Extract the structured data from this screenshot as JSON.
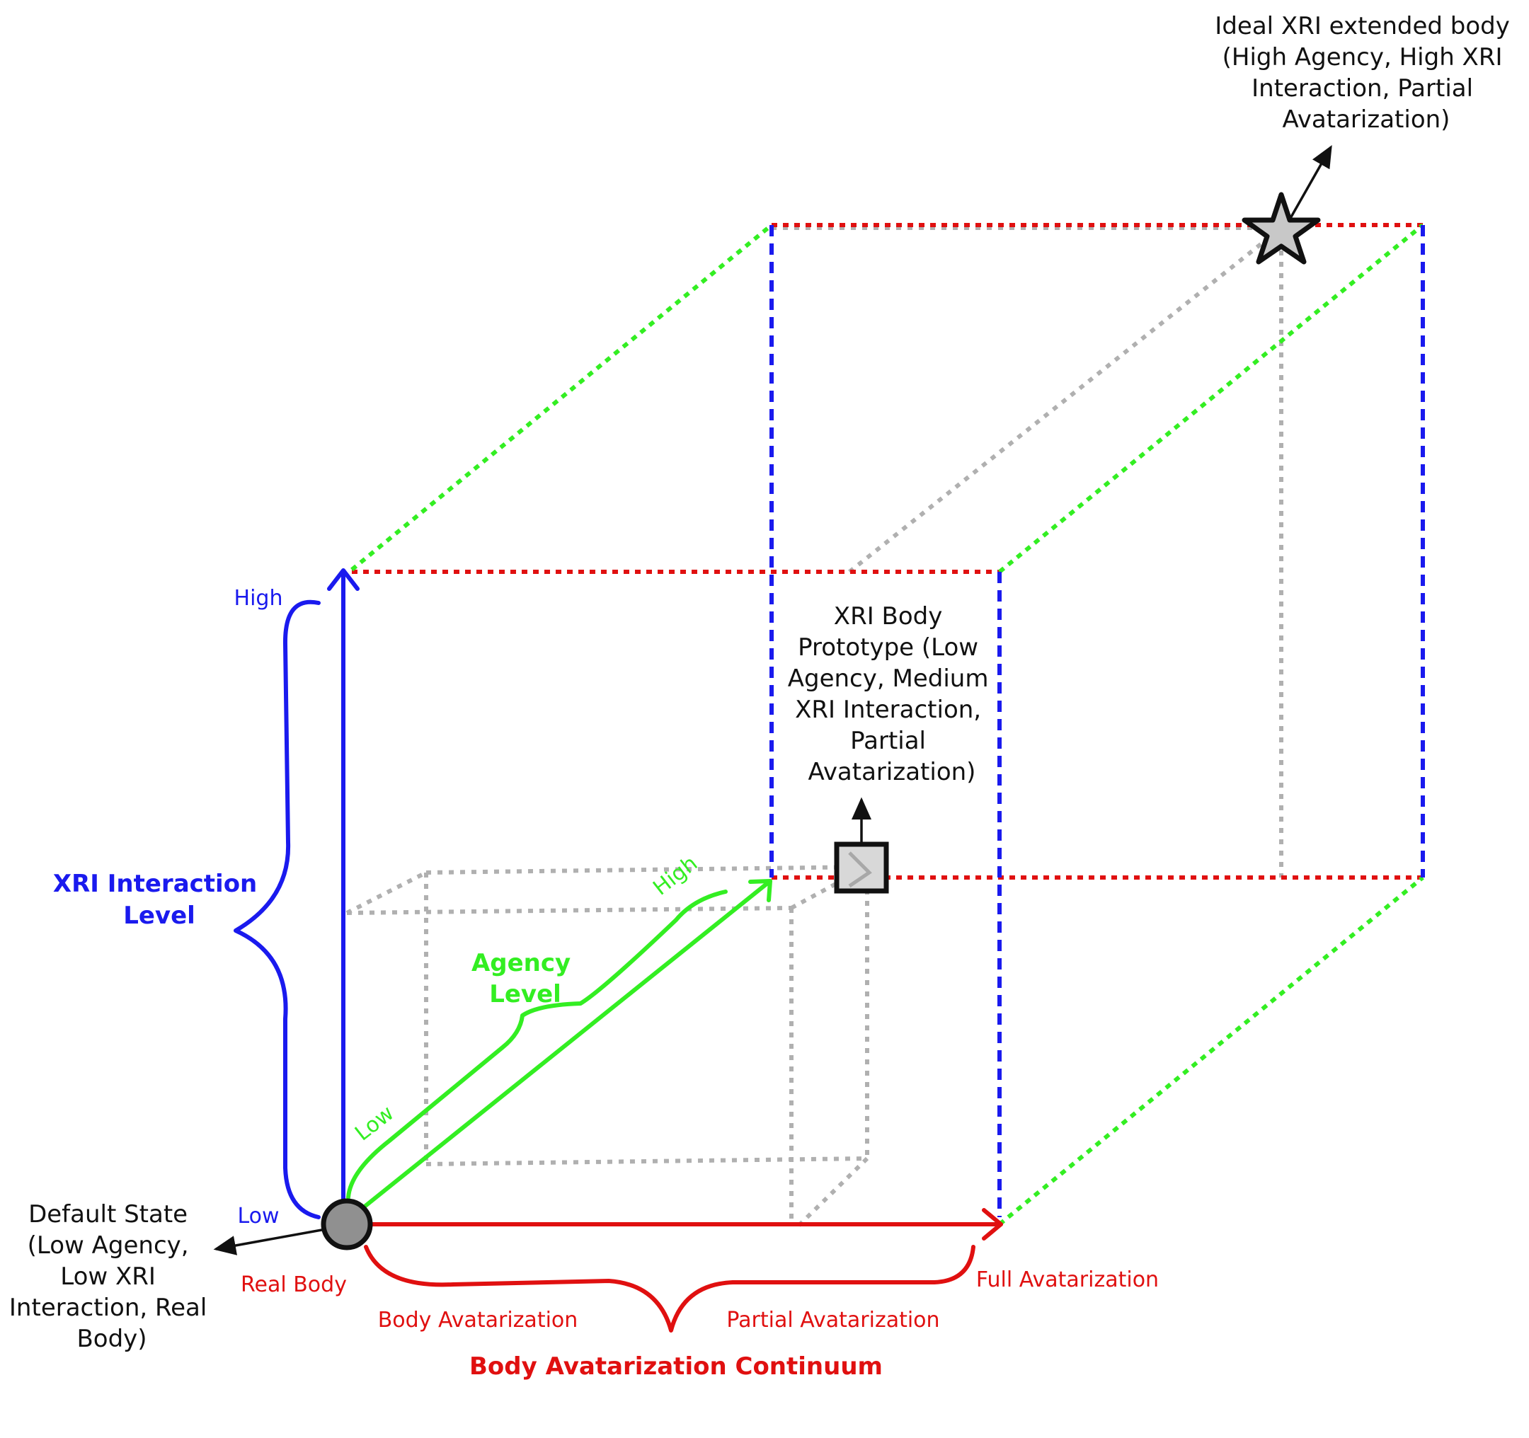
{
  "colors": {
    "agency": "#33ee22",
    "xri": "#1a1aee",
    "avatarization": "#e01010",
    "guide": "#b0b0b0",
    "text": "#111111"
  },
  "labels": {
    "ideal_body": [
      "Ideal XRI extended body",
      "(High Agency, High XRI",
      "Interaction, Partial",
      "Avatarization)"
    ],
    "prototype": [
      "XRI Body",
      "Prototype (Low",
      "Agency, Medium",
      "XRI Interaction,",
      "Partial",
      "Avatarization)"
    ],
    "default_state": [
      "Default State",
      "(Low Agency,",
      "Low XRI",
      "Interaction, Real",
      "Body)"
    ],
    "xri_axis": {
      "title": [
        "XRI Interaction",
        "Level"
      ],
      "high": "High",
      "low": "Low"
    },
    "agency_axis": {
      "title": [
        "Agency",
        "Level"
      ],
      "high": "High",
      "low": "Low"
    },
    "avatarization_axis": {
      "title": "Body Avatarization Continuum",
      "real_body": "Real Body",
      "full": "Full Avatarization",
      "body_avatarization": "Body Avatarization",
      "partial": "Partial Avatarization"
    }
  },
  "icons": {
    "default_state": "circle-marker-icon",
    "prototype": "square-marker-icon",
    "ideal": "star-marker-icon"
  }
}
